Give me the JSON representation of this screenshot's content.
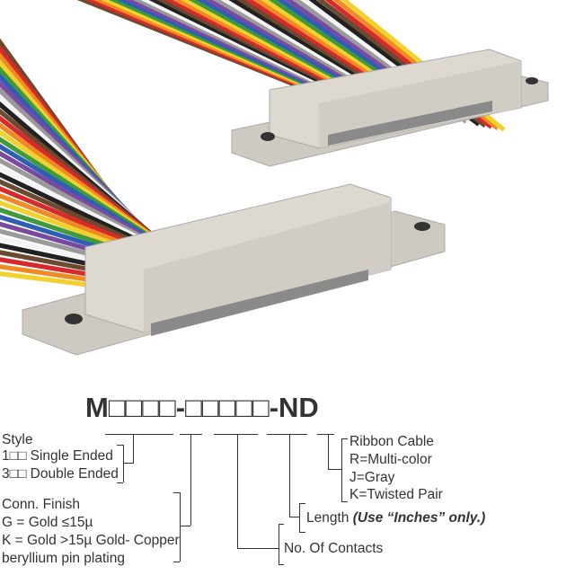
{
  "part_number": {
    "prefix": "M",
    "boxes1": "□□□□",
    "dash1": "-",
    "boxes2": "□□□□□",
    "suffix": "-ND"
  },
  "style": {
    "title": "Style",
    "opt1": "1□□ Single Ended",
    "opt2": "3□□ Double Ended"
  },
  "finish": {
    "title": "Conn. Finish",
    "g": "G = Gold ≤15µ",
    "k": "K = Gold >15µ Gold- Copper",
    "k2": "beryllium pin plating"
  },
  "contacts": {
    "label": "No. Of Contacts"
  },
  "length": {
    "label": "Length",
    "note": "(Use “Inches” only.)"
  },
  "ribbon": {
    "title": "Ribbon Cable",
    "r": "R=Multi-color",
    "j": "J=Gray",
    "k": "K=Twisted Pair"
  },
  "ribbon_colors": [
    "#6b4a2f",
    "#d8292b",
    "#f08a24",
    "#f2d12e",
    "#3f9a3b",
    "#2f5fb4",
    "#7a4aa0",
    "#9a9a9a",
    "#f4f4f4",
    "#222222"
  ],
  "connector_color": "#d8d4cc"
}
